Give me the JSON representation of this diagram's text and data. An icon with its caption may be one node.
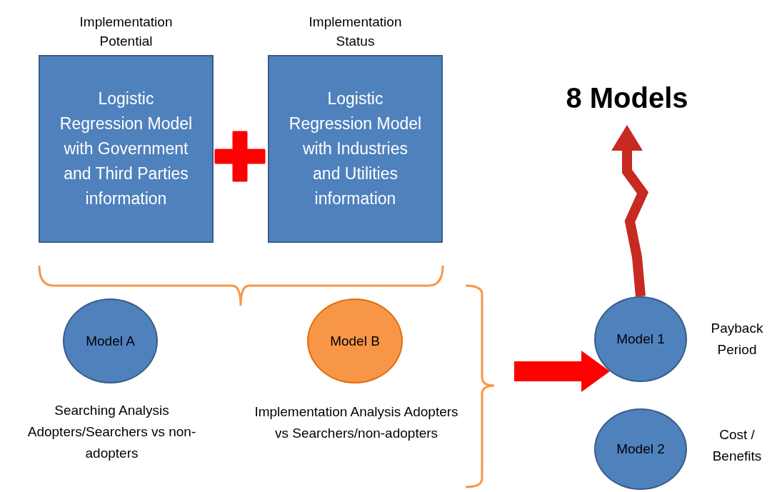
{
  "diagram": {
    "nodes": [
      {
        "text": [
          "Implementation Potential",
          "Logistic Regression Model with Government and Third Parties information"
        ]
      },
      {
        "text": [
          "Implementation Status",
          "Logistic Regression Model with Industries and Utilities information"
        ]
      },
      {
        "text": [
          "Model A"
        ],
        "beside": [
          "Searching Analysis Adopters/Searchers vs non-adopters"
        ]
      },
      {
        "text": [
          "Model B"
        ],
        "beside": [
          "Implementation Analysis Adopters vs Searchers/non-adopters"
        ]
      },
      {
        "text": [
          "Model 1"
        ],
        "beside": [
          "Payback Period"
        ]
      },
      {
        "text": [
          "Model 2"
        ],
        "beside": [
          "Cost / Benefits"
        ]
      },
      {
        "text": [
          "8 Models"
        ]
      }
    ],
    "edges": [
      {
        "from": 4,
        "to": 6,
        "arrow": "to",
        "color": "#c62a20"
      },
      {
        "from": null,
        "to": 4,
        "arrow": "to",
        "style": "thick",
        "color": "#ff0000"
      }
    ]
  }
}
